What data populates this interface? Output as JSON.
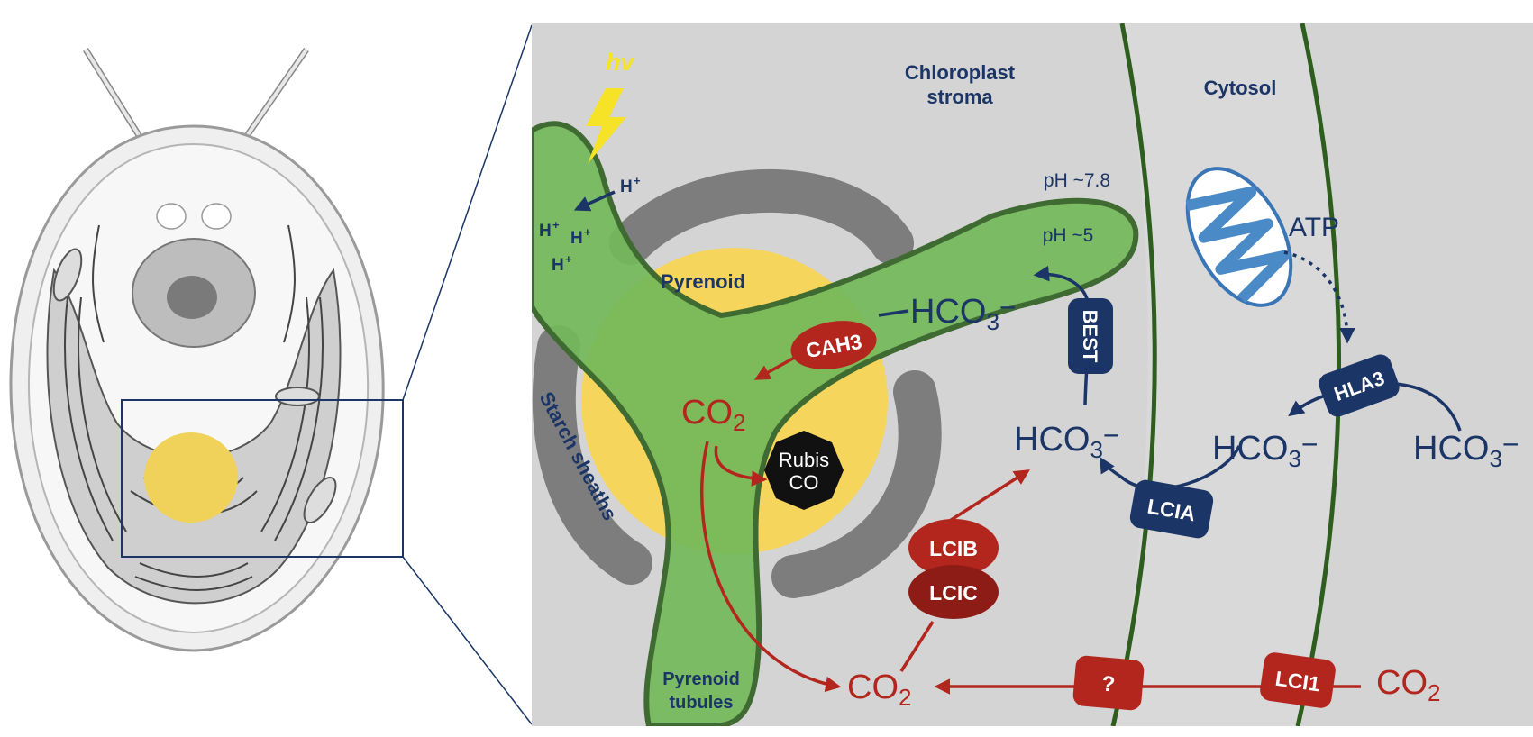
{
  "labels": {
    "hv": "hv",
    "chloroplast_stroma_line1": "Chloroplast",
    "chloroplast_stroma_line2": "stroma",
    "cytosol": "Cytosol",
    "pyrenoid": "Pyrenoid",
    "starch_sheaths": "Starch sheaths",
    "pyrenoid_tubules_line1": "Pyrenoid",
    "pyrenoid_tubules_line2": "tubules",
    "ph_stroma": "pH ~7.8",
    "ph_lumen": "pH ~5",
    "atp": "ATP",
    "proton": "H",
    "proton_charge": "+",
    "bicarbonate_base": "HCO",
    "bicarbonate_sub": "3",
    "bicarbonate_charge": "−",
    "co2_base": "CO",
    "co2_sub": "2",
    "rubisco_line1": "Rubis",
    "rubisco_line2": "CO"
  },
  "proteins": {
    "cah3": "CAH3",
    "best": "BEST",
    "hla3": "HLA3",
    "lcia": "LCIA",
    "lcib": "LCIB",
    "lcic": "LCIC",
    "lci1": "LCI1",
    "unknown": "?"
  },
  "colors": {
    "navy": "#1b3566",
    "red": "#b3261e",
    "thylakoid_green": "#72b85a",
    "pyrenoid_yellow": "#f6d55c",
    "starch_gray": "#7d7d7d",
    "stroma_gray": "#d4d4d4",
    "membrane_green": "#2e5e1e"
  }
}
